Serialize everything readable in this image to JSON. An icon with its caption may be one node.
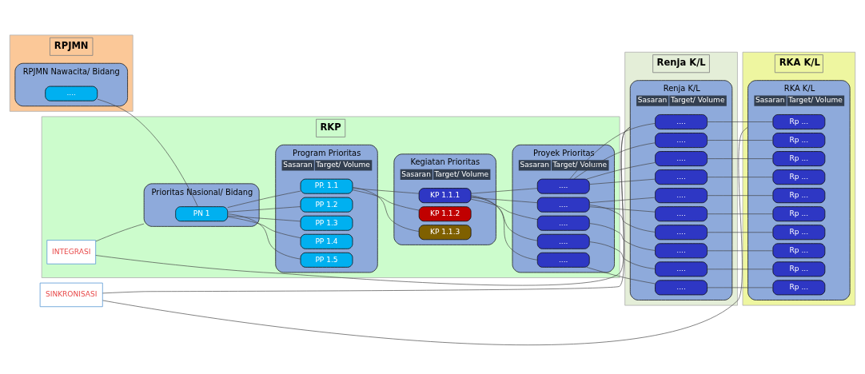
{
  "diagram": {
    "nodes": [
      {
        "text": [
          "RPJMN"
        ]
      },
      {
        "text": [
          "RKP"
        ]
      },
      {
        "text": [
          "Renja K/L"
        ]
      },
      {
        "text": [
          "RKA K/L"
        ]
      },
      {
        "text": [
          "RPJMN Nawacita/ Bidang"
        ],
        "in": 0
      },
      {
        "text": [
          "...."
        ],
        "in": 4
      },
      {
        "text": [
          "Prioritas Nasional/ Bidang"
        ],
        "in": 1
      },
      {
        "text": [
          "PN 1"
        ],
        "in": 6
      },
      {
        "text": [
          "Program Prioritas",
          "Sasaran",
          "Target/ Volume"
        ],
        "in": 1
      },
      {
        "text": [
          "PP. 1.1"
        ],
        "in": 8
      },
      {
        "text": [
          "PP 1.2"
        ],
        "in": 8
      },
      {
        "text": [
          "PP 1.3"
        ],
        "in": 8
      },
      {
        "text": [
          "PP 1.4"
        ],
        "in": 8
      },
      {
        "text": [
          "PP 1.5"
        ],
        "in": 8
      },
      {
        "text": [
          "Kegiatan Prioritas",
          "Sasaran",
          "Target/ Volume"
        ],
        "in": 1
      },
      {
        "text": [
          "KP 1.1.1"
        ],
        "in": 14
      },
      {
        "text": [
          "KP 1.1.2"
        ],
        "in": 14
      },
      {
        "text": [
          "KP 1.1.3"
        ],
        "in": 14
      },
      {
        "text": [
          "Proyek Prioritas",
          "Sasaran",
          "Target/ Volume"
        ],
        "in": 1
      },
      {
        "text": [
          "...."
        ],
        "in": 18
      },
      {
        "text": [
          "...."
        ],
        "in": 18
      },
      {
        "text": [
          "...."
        ],
        "in": 18
      },
      {
        "text": [
          "...."
        ],
        "in": 18
      },
      {
        "text": [
          "...."
        ],
        "in": 18
      },
      {
        "text": [
          "Renja K/L",
          "Sasaran",
          "Target/ Volume"
        ],
        "in": 2
      },
      {
        "text": [
          "...."
        ],
        "in": 24
      },
      {
        "text": [
          "...."
        ],
        "in": 24
      },
      {
        "text": [
          "...."
        ],
        "in": 24
      },
      {
        "text": [
          "...."
        ],
        "in": 24
      },
      {
        "text": [
          "...."
        ],
        "in": 24
      },
      {
        "text": [
          "...."
        ],
        "in": 24
      },
      {
        "text": [
          "...."
        ],
        "in": 24
      },
      {
        "text": [
          "...."
        ],
        "in": 24
      },
      {
        "text": [
          "...."
        ],
        "in": 24
      },
      {
        "text": [
          "...."
        ],
        "in": 24
      },
      {
        "text": [
          "RKA K/L",
          "Sasaran",
          "Target/ Volume"
        ],
        "in": 3
      },
      {
        "text": [
          "Rp ..."
        ],
        "in": 35
      },
      {
        "text": [
          "Rp ..."
        ],
        "in": 35
      },
      {
        "text": [
          "Rp ..."
        ],
        "in": 35
      },
      {
        "text": [
          "Rp ..."
        ],
        "in": 35
      },
      {
        "text": [
          "Rp ..."
        ],
        "in": 35
      },
      {
        "text": [
          "Rp ..."
        ],
        "in": 35
      },
      {
        "text": [
          "Rp ..."
        ],
        "in": 35
      },
      {
        "text": [
          "Rp ..."
        ],
        "in": 35
      },
      {
        "text": [
          "Rp ..."
        ],
        "in": 35
      },
      {
        "text": [
          "Rp ..."
        ],
        "in": 35
      },
      {
        "text": [
          "INTEGRASI"
        ],
        "in": 1
      },
      {
        "text": [
          "SINKRONISASI"
        ]
      }
    ],
    "edges": [
      {
        "from": 5,
        "to": 7,
        "arrow": "none"
      },
      {
        "from": 7,
        "to": 9,
        "arrow": "none"
      },
      {
        "from": 7,
        "to": 10,
        "arrow": "none"
      },
      {
        "from": 7,
        "to": 11,
        "arrow": "none"
      },
      {
        "from": 7,
        "to": 12,
        "arrow": "none"
      },
      {
        "from": 7,
        "to": 13,
        "arrow": "none"
      },
      {
        "from": 9,
        "to": 15,
        "arrow": "none"
      },
      {
        "from": 9,
        "to": 16,
        "arrow": "none"
      },
      {
        "from": 9,
        "to": 17,
        "arrow": "none"
      },
      {
        "from": 15,
        "to": 19,
        "arrow": "none"
      },
      {
        "from": 15,
        "to": 20,
        "arrow": "none"
      },
      {
        "from": 15,
        "to": 21,
        "arrow": "none"
      },
      {
        "from": 15,
        "to": 22,
        "arrow": "none"
      },
      {
        "from": 15,
        "to": 23,
        "arrow": "none"
      },
      {
        "from": 19,
        "to": 25,
        "arrow": "none"
      },
      {
        "from": 19,
        "to": 26,
        "arrow": "none"
      },
      {
        "from": 19,
        "to": 27,
        "arrow": "none"
      },
      {
        "from": 19,
        "to": 28,
        "arrow": "none"
      },
      {
        "from": 20,
        "to": 29,
        "arrow": "none"
      },
      {
        "from": 20,
        "to": 30,
        "arrow": "none"
      },
      {
        "from": 20,
        "to": 31,
        "arrow": "none"
      },
      {
        "from": 21,
        "to": 32,
        "arrow": "none"
      },
      {
        "from": 22,
        "to": 33,
        "arrow": "none"
      },
      {
        "from": 23,
        "to": 34,
        "arrow": "none"
      },
      {
        "from": 25,
        "to": 36,
        "arrow": "none"
      },
      {
        "from": 26,
        "to": 37,
        "arrow": "none"
      },
      {
        "from": 27,
        "to": 38,
        "arrow": "none"
      },
      {
        "from": 28,
        "to": 39,
        "arrow": "none"
      },
      {
        "from": 29,
        "to": 40,
        "arrow": "none"
      },
      {
        "from": 30,
        "to": 41,
        "arrow": "none"
      },
      {
        "from": 31,
        "to": 42,
        "arrow": "none"
      },
      {
        "from": 32,
        "to": 43,
        "arrow": "none"
      },
      {
        "from": 33,
        "to": 44,
        "arrow": "none"
      },
      {
        "from": 34,
        "to": 45,
        "arrow": "none"
      },
      {
        "from": 46,
        "to": 6,
        "arrow": "none"
      },
      {
        "from": 46,
        "to": 24,
        "arrow": "none"
      },
      {
        "from": 47,
        "to": 24,
        "arrow": "none"
      },
      {
        "from": 47,
        "to": 35,
        "arrow": "none"
      }
    ]
  }
}
